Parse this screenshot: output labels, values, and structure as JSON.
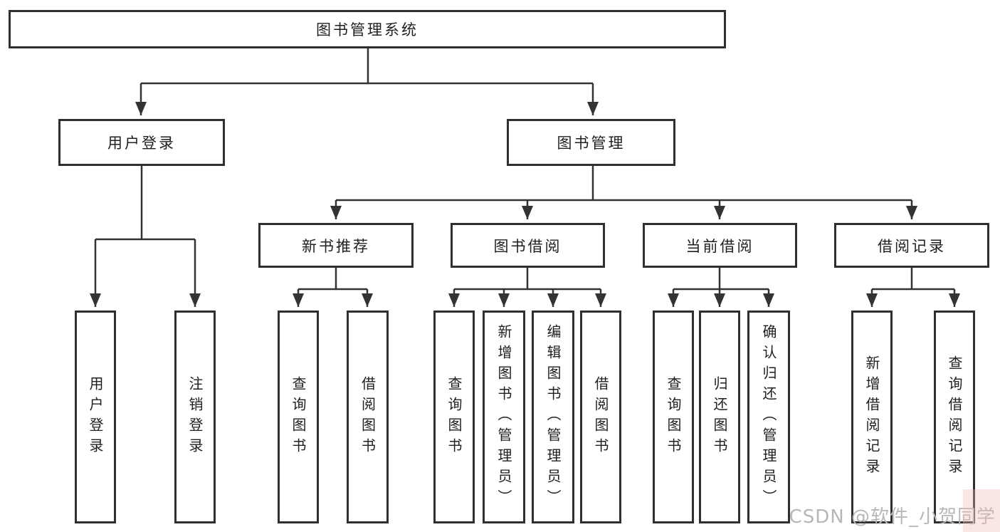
{
  "diagram": {
    "type": "hierarchy-tree",
    "root": {
      "label": "图书管理系统",
      "children": [
        {
          "label": "用户登录",
          "children": [
            {
              "label": "用户登录"
            },
            {
              "label": "注销登录"
            }
          ]
        },
        {
          "label": "图书管理",
          "children": [
            {
              "label": "新书推荐",
              "children": [
                {
                  "label": "查询图书"
                },
                {
                  "label": "借阅图书"
                }
              ]
            },
            {
              "label": "图书借阅",
              "children": [
                {
                  "label": "查询图书"
                },
                {
                  "label": "新增图书（管理员）"
                },
                {
                  "label": "编辑图书（管理员）"
                },
                {
                  "label": "借阅图书"
                }
              ]
            },
            {
              "label": "当前借阅",
              "children": [
                {
                  "label": "查询图书"
                },
                {
                  "label": "归还图书"
                },
                {
                  "label": "确认归还（管理员）"
                }
              ]
            },
            {
              "label": "借阅记录",
              "children": [
                {
                  "label": "新增借阅记录"
                },
                {
                  "label": "查询借阅记录"
                }
              ]
            }
          ]
        }
      ]
    }
  },
  "watermark": {
    "text": "CSDN @软件_小贺同学"
  },
  "colors": {
    "line": "#333333",
    "node_border": "#2f2f2f",
    "text": "#1f1f1f",
    "background": "#ffffff",
    "watermark_text": "#b7b7b7",
    "watermark_tint": "#f3b8b8"
  }
}
